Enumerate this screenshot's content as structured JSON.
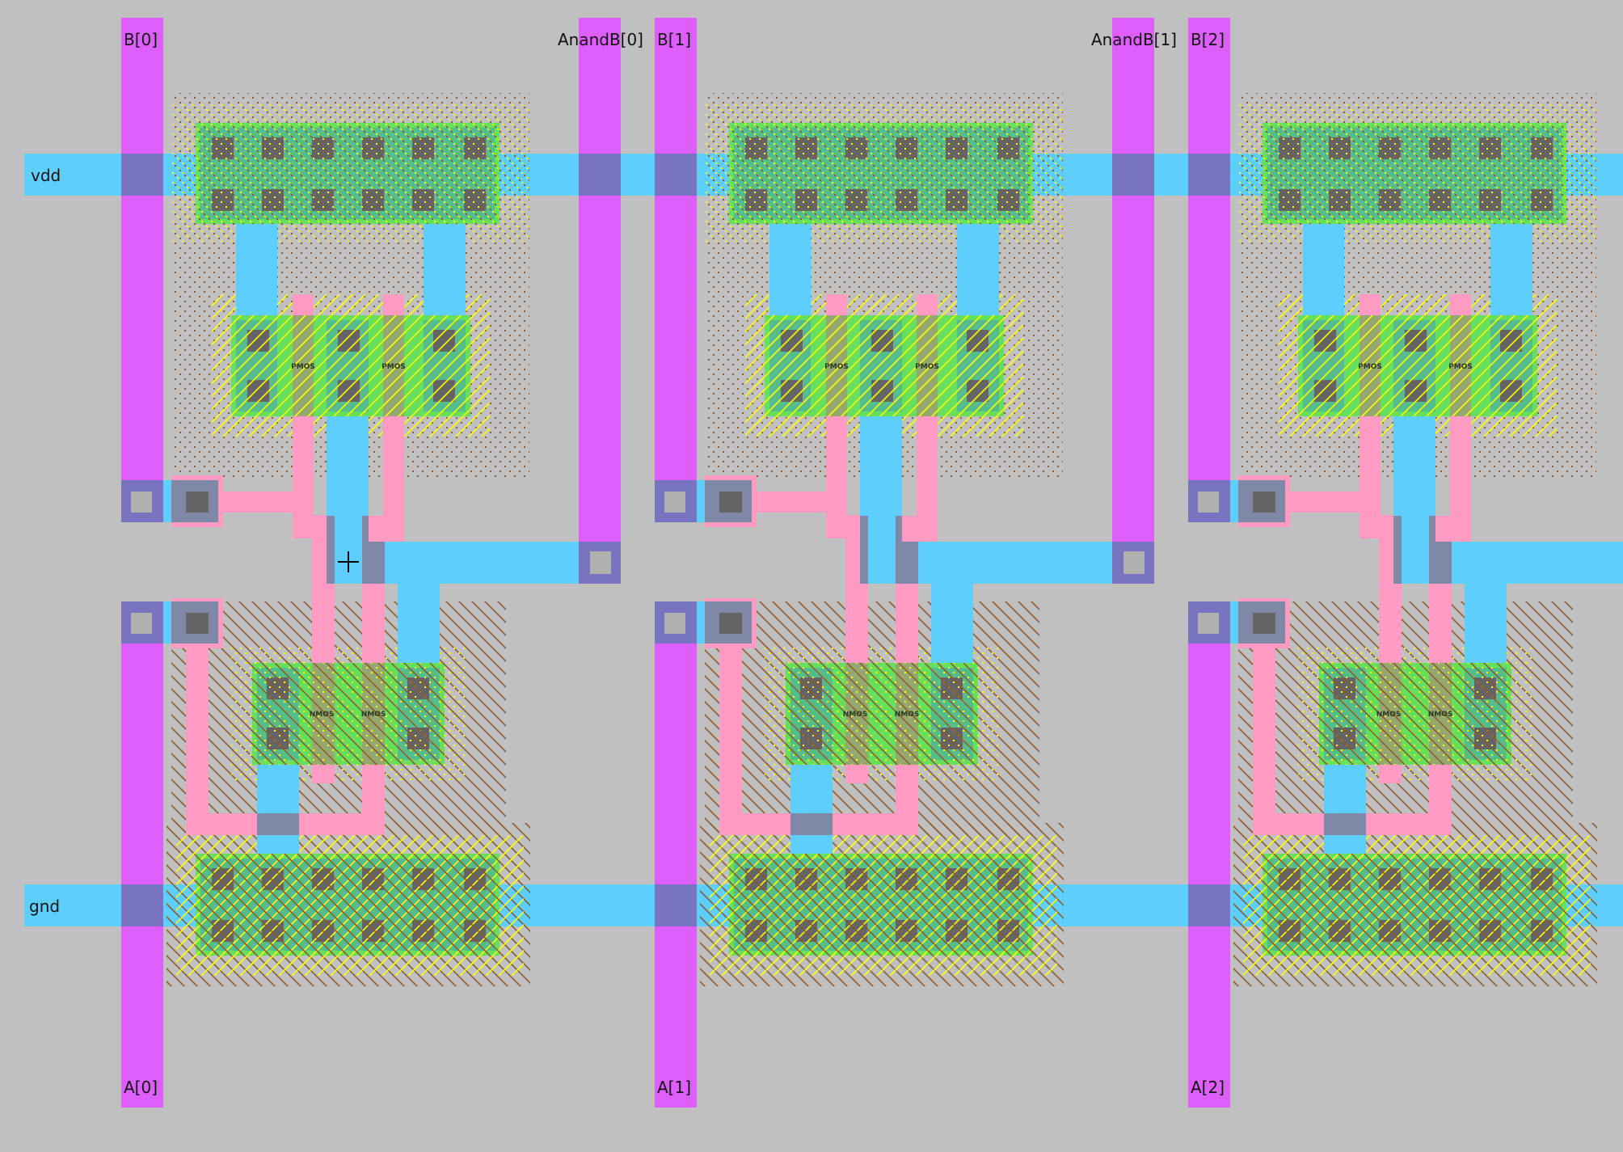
{
  "app": {
    "view": "layout-editor",
    "cursor": "crosshair"
  },
  "colors": {
    "background": "#c0c0c0",
    "metal1": "#5ecefc",
    "metal2": "#de5efc",
    "metal1_metal2_overlap": "#7974bf",
    "poly": "#ff9ac2",
    "active": "#66e05c",
    "active_metal1": "#55bd8a",
    "gate": "#94a870",
    "contact": "#646464",
    "via": "#b0b0b0",
    "poly_contact_pad": "#8088a8",
    "nwell_dot": "#8a5a30",
    "implant": "#ffff00"
  },
  "power_rails": [
    {
      "name": "vdd",
      "label": "vdd"
    },
    {
      "name": "gnd",
      "label": "gnd"
    }
  ],
  "cells": [
    {
      "index": 0,
      "input_b": "B[0]",
      "input_a": "A[0]",
      "output": "AnandB[0]",
      "pmos_labels": [
        "PMOS",
        "PMOS"
      ],
      "nmos_labels": [
        "NMOS",
        "NMOS"
      ],
      "has_output_pin": true
    },
    {
      "index": 1,
      "input_b": "B[1]",
      "input_a": "A[1]",
      "output": "AnandB[1]",
      "pmos_labels": [
        "PMOS",
        "PMOS"
      ],
      "nmos_labels": [
        "NMOS",
        "NMOS"
      ],
      "has_output_pin": true
    },
    {
      "index": 2,
      "input_b": "B[2]",
      "input_a": "A[2]",
      "output": "",
      "pmos_labels": [
        "PMOS",
        "PMOS"
      ],
      "nmos_labels": [
        "NMOS",
        "NMOS"
      ],
      "has_output_pin": false
    }
  ]
}
